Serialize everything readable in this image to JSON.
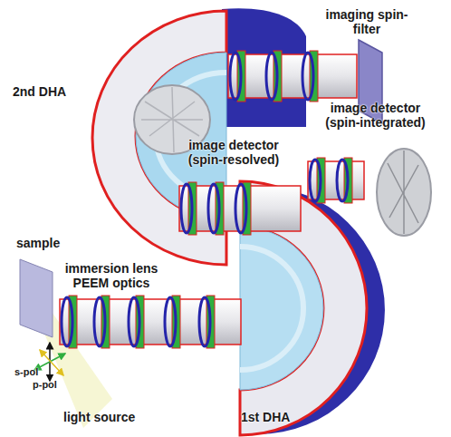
{
  "diagram": {
    "labels": [
      "imaging spin-filter",
      "2nd DHA",
      "image detector (spin-resolved)",
      "image detector (spin-integrated)",
      "sample",
      "immersion lens PEEM optics",
      "s-pol",
      "p-pol",
      "light source",
      "1st DHA"
    ]
  }
}
